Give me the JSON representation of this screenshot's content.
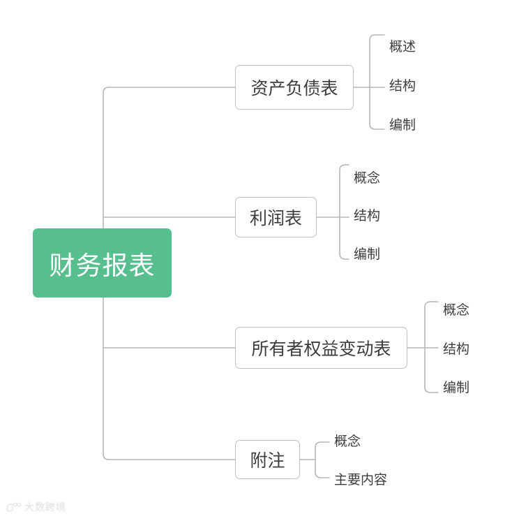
{
  "diagram": {
    "type": "mind-map",
    "title": "财务报表",
    "root": {
      "label": "财务报表",
      "color": "#57bf8e",
      "text_color": "#ffffff"
    },
    "connector_color": "#b5b5b5",
    "node_border_color": "#c0c0c0",
    "node_text_color": "#3c3c3c",
    "branches": [
      {
        "label": "资产负债表",
        "leaves": [
          {
            "label": "概述"
          },
          {
            "label": "结构"
          },
          {
            "label": "编制"
          }
        ]
      },
      {
        "label": "利润表",
        "leaves": [
          {
            "label": "概念"
          },
          {
            "label": "结构"
          },
          {
            "label": "编制"
          }
        ]
      },
      {
        "label": "所有者权益变动表",
        "leaves": [
          {
            "label": "概念"
          },
          {
            "label": "结构"
          },
          {
            "label": "编制"
          }
        ]
      },
      {
        "label": "附注",
        "leaves": [
          {
            "label": "概念"
          },
          {
            "label": "主要内容"
          }
        ]
      }
    ]
  },
  "watermark": {
    "text": "大数跨境",
    "logo_icon": "brand-logo-icon"
  }
}
